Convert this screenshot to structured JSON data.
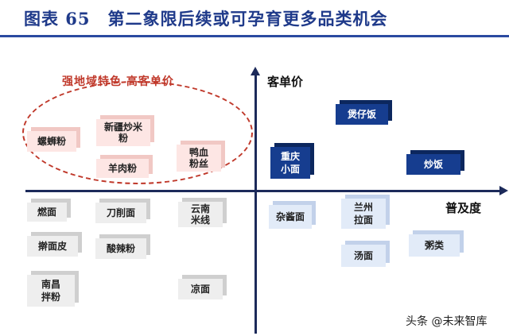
{
  "title": "图表 65　第二象限后续或可孕育更多品类机会",
  "axes": {
    "y_label": "客单价",
    "x_label": "普及度"
  },
  "highlight": {
    "label": "强地域特色  高客单价"
  },
  "items": {
    "luosifen": "螺蛳粉",
    "xinjiang_chaomifen": "新疆炒米粉",
    "yangroufen": "羊肉粉",
    "yaxue_fensi": "鸭血粉丝",
    "chongqing_xiaomian": "重庆小面",
    "baozaifan": "煲仔饭",
    "chaofan": "炒饭",
    "ranmian": "燃面",
    "daoxiaomian": "刀削面",
    "yunnan_mixian": "云南米线",
    "zajiangmian": "杂酱面",
    "lanzhou_lamian": "兰州拉面",
    "ganmianpi": "擀面皮",
    "suanlafen": "酸辣粉",
    "tangmian": "汤面",
    "zhoulei": "粥类",
    "nanchang_banfen": "南昌拌粉",
    "liangmian": "凉面"
  },
  "watermark": "头条 @未来智库"
}
